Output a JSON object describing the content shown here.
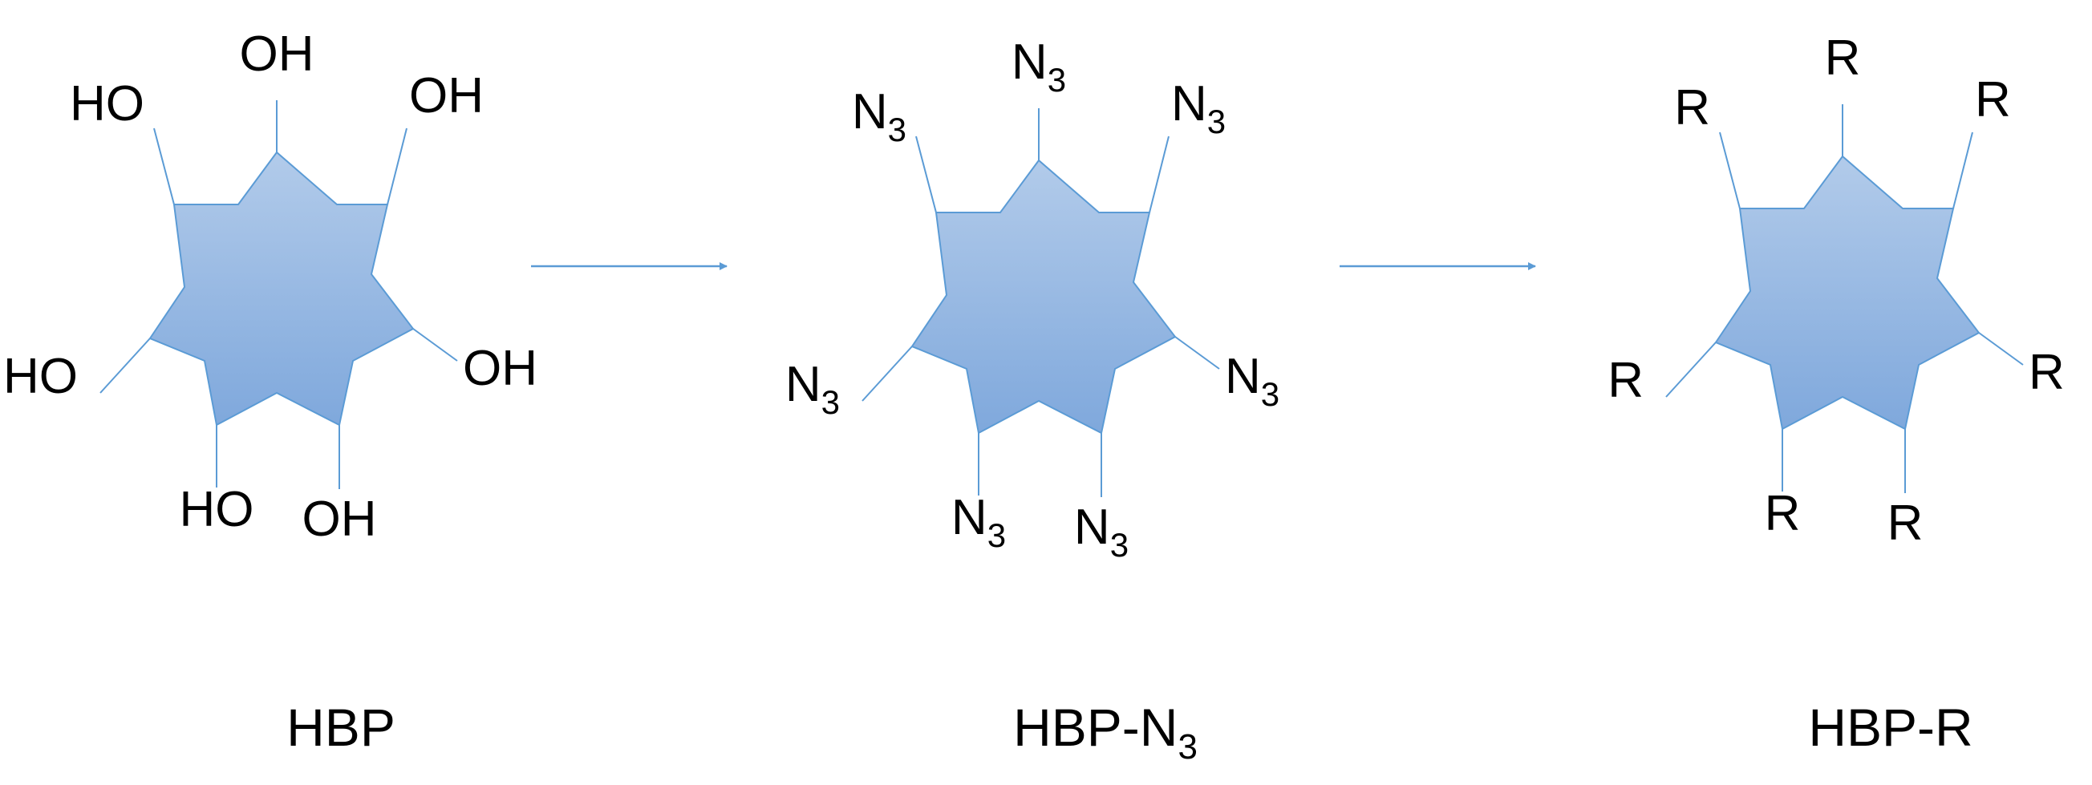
{
  "colors": {
    "star_fill_top": "#b2cbea",
    "star_fill_bottom": "#7fa8dc",
    "star_stroke": "#5b9bd5",
    "line": "#5b9bd5",
    "text": "#000000"
  },
  "structures": [
    {
      "name": "HBP",
      "caption": {
        "main": "HBP",
        "sub": ""
      },
      "group": {
        "main": "OH",
        "sub": ""
      },
      "ends": [
        {
          "main": "OH",
          "sub": ""
        },
        {
          "main": "OH",
          "sub": ""
        },
        {
          "main": "OH",
          "sub": ""
        },
        {
          "main": "OH",
          "sub": ""
        },
        {
          "main": "HO",
          "sub": ""
        },
        {
          "main": "HO",
          "sub": ""
        },
        {
          "main": "HO",
          "sub": ""
        }
      ]
    },
    {
      "name": "HBP-N3",
      "caption": {
        "main": "HBP-N",
        "sub": "3"
      },
      "group": {
        "main": "N",
        "sub": "3"
      },
      "ends": [
        {
          "main": "N",
          "sub": "3"
        },
        {
          "main": "N",
          "sub": "3"
        },
        {
          "main": "N",
          "sub": "3"
        },
        {
          "main": "N",
          "sub": "3"
        },
        {
          "main": "N",
          "sub": "3"
        },
        {
          "main": "N",
          "sub": "3"
        },
        {
          "main": "N",
          "sub": "3"
        }
      ]
    },
    {
      "name": "HBP-R",
      "caption": {
        "main": "HBP-R",
        "sub": ""
      },
      "group": {
        "main": "R",
        "sub": ""
      },
      "ends": [
        {
          "main": "R",
          "sub": ""
        },
        {
          "main": "R",
          "sub": ""
        },
        {
          "main": "R",
          "sub": ""
        },
        {
          "main": "R",
          "sub": ""
        },
        {
          "main": "R",
          "sub": ""
        },
        {
          "main": "R",
          "sub": ""
        },
        {
          "main": "R",
          "sub": ""
        }
      ]
    }
  ],
  "arrows": [
    {
      "name": "reaction-arrow-1"
    },
    {
      "name": "reaction-arrow-2"
    }
  ]
}
